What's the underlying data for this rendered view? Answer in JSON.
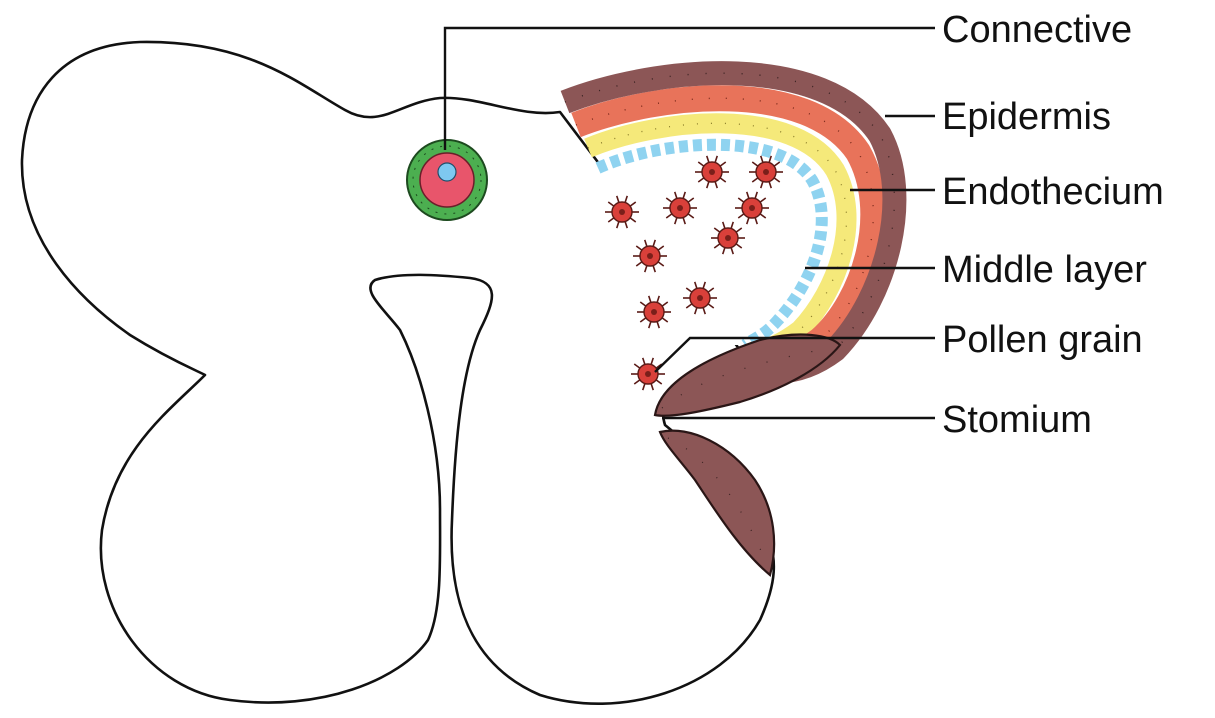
{
  "labels": [
    {
      "key": "connective",
      "text": "Connective"
    },
    {
      "key": "epidermis",
      "text": "Epidermis"
    },
    {
      "key": "endothecium",
      "text": "Endothecium"
    },
    {
      "key": "middle_layer",
      "text": "Middle layer"
    },
    {
      "key": "pollen_grain",
      "text": "Pollen grain"
    },
    {
      "key": "stomium",
      "text": "Stomium"
    }
  ],
  "colors": {
    "epidermis": "#8c5656",
    "epidermis_dark": "#6b3f3f",
    "endothecium": "#e8735a",
    "middle_layer": "#f5e97a",
    "tapetum": "#8fd3f0",
    "pollen": "#d9403a",
    "connective_outer": "#4caf50",
    "connective_inner": "#e8556b",
    "connective_center": "#7ec8f0"
  }
}
